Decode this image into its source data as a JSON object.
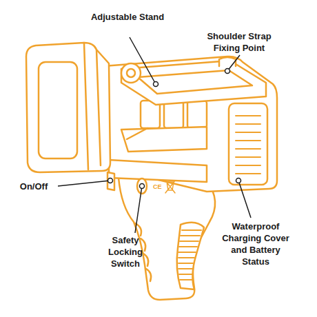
{
  "diagram": {
    "labels": [
      "Adjustable Stand",
      "Shoulder Strap Fixing Point",
      "On/Off",
      "Safety Locking Switch",
      "Waterproof Charging Cover and Battery Status",
      "CE"
    ]
  }
}
